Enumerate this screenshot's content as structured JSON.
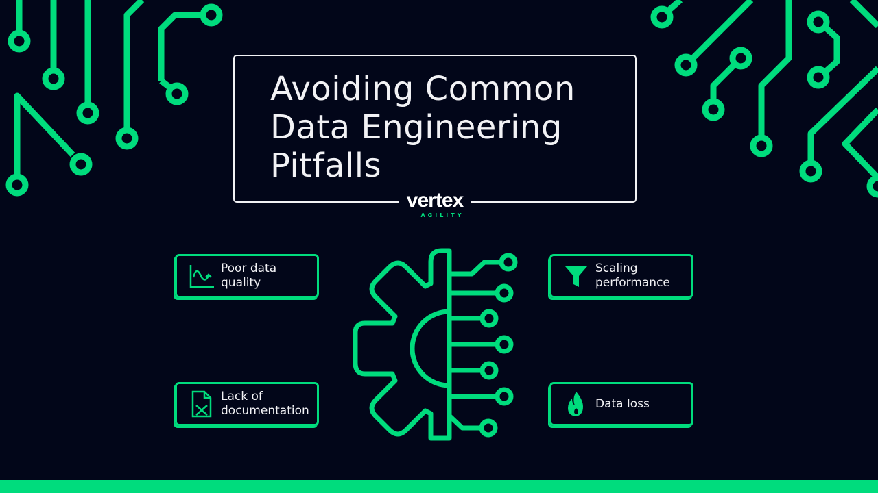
{
  "title": "Avoiding Common Data Engineering Pitfalls",
  "logo": {
    "main": "vertex",
    "sub": "AGILITY"
  },
  "pitfalls": [
    {
      "label": "Poor data quality",
      "icon": "wave-chart-icon"
    },
    {
      "label": "Scaling performance",
      "icon": "funnel-icon"
    },
    {
      "label": "Lack of documentation",
      "icon": "document-x-icon"
    },
    {
      "label": "Data loss",
      "icon": "flame-icon"
    }
  ],
  "colors": {
    "background": "#020619",
    "accent": "#00dc7d",
    "text": "#f2f2f5"
  }
}
